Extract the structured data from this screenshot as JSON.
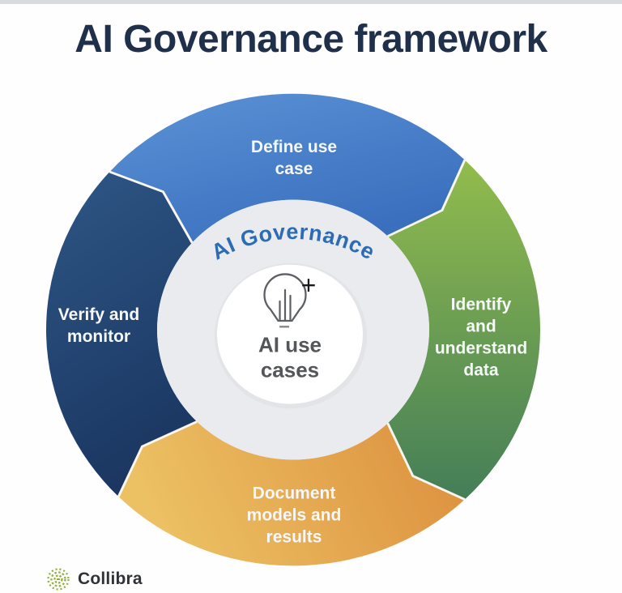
{
  "page": {
    "title": "AI Governance framework",
    "title_color": "#20304a"
  },
  "diagram": {
    "ring_label": "AI Governance",
    "ring_label_color": "#2d6cb5",
    "hub": {
      "label": "AI use\ncases",
      "icon": "lightbulb-bar-chart-icon",
      "cursor_plus": "+",
      "cursor_minus": "–"
    },
    "segments": [
      {
        "id": "define-use-case",
        "label": "Define use\ncase",
        "color_start": "#5b93d6",
        "color_end": "#3a6fbe"
      },
      {
        "id": "identify-understand-data",
        "label": "Identify\nand\nunderstand\ndata",
        "color_start": "#92bc4d",
        "color_end": "#447e58"
      },
      {
        "id": "document-models-results",
        "label": "Document\nmodels and\nresults",
        "color_start": "#ecc164",
        "color_end": "#dc8e3d"
      },
      {
        "id": "verify-monitor",
        "label": "Verify and\nmonitor",
        "color_start": "#2d5584",
        "color_end": "#1a3560"
      }
    ]
  },
  "footer": {
    "brand": "Collibra",
    "brand_icon": "collibra-logo-icon"
  }
}
